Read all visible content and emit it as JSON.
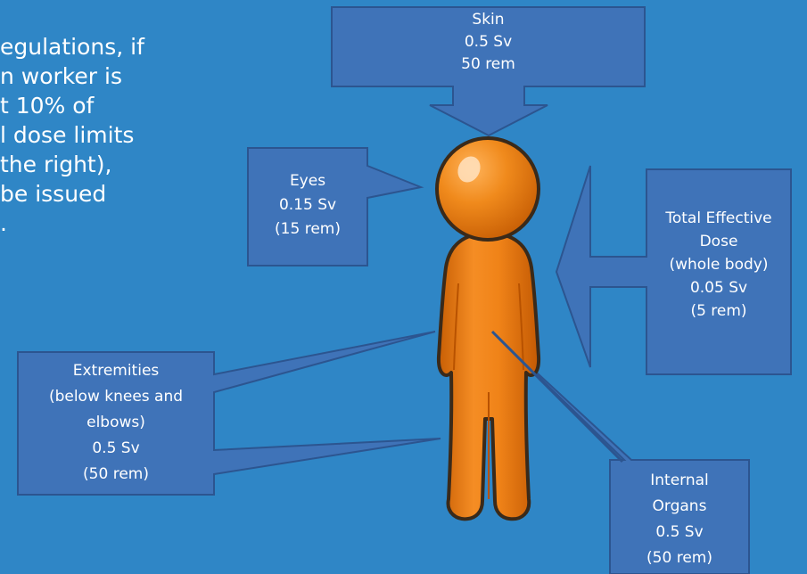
{
  "intro_text": {
    "lines": [
      "egulations, if",
      "n worker is",
      "t 10% of",
      "l dose limits",
      " the right),",
      " be issued",
      "."
    ]
  },
  "callouts": {
    "skin": {
      "lines": [
        "Skin",
        "0.5 Sv",
        "50 rem"
      ]
    },
    "eyes": {
      "lines": [
        "Eyes",
        "0.15 Sv",
        "(15 rem)"
      ]
    },
    "total_effective_dose": {
      "lines": [
        "Total Effective",
        "Dose",
        "(whole body)",
        "0.05 Sv",
        "(5 rem)"
      ]
    },
    "extremities": {
      "lines": [
        "Extremities",
        "(below knees and",
        "elbows)",
        "0.5 Sv",
        "(50 rem)"
      ]
    },
    "internal_organs": {
      "lines": [
        "Internal",
        "Organs",
        "0.5 Sv",
        "(50 rem)"
      ]
    }
  },
  "colors": {
    "background": "#2f86c6",
    "callout_fill": "#3f73b8",
    "callout_border": "#2c5590",
    "figure_orange": "#ef7d12",
    "figure_outline": "#3a2a1a"
  }
}
